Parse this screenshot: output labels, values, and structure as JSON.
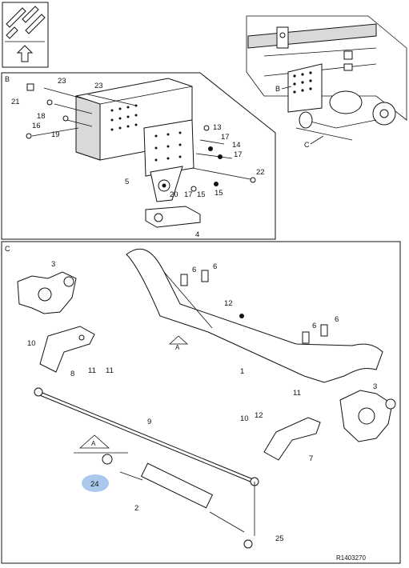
{
  "reference_code": "R1403270",
  "nav_panel": {
    "arrow_icon": "up-arrow-icon",
    "thumbnail_icon": "vehicle-thumbnail-icon"
  },
  "detail_b": {
    "label": "B",
    "callouts": [
      "21",
      "23",
      "23",
      "18",
      "16",
      "19",
      "13",
      "17",
      "14",
      "17",
      "5",
      "20",
      "17",
      "15",
      "15",
      "22",
      "4"
    ]
  },
  "overview": {
    "labels": [
      "B",
      "C"
    ]
  },
  "detail_c": {
    "label": "C",
    "callouts": [
      "3",
      "6",
      "6",
      "12",
      "6",
      "6",
      "10",
      "8",
      "11",
      "11",
      "1",
      "3",
      "11",
      "12",
      "10",
      "9",
      "7",
      "24",
      "2",
      "25"
    ],
    "view_marker": "A",
    "highlight_callout": "24",
    "highlight_color": "#a9c8ec"
  }
}
